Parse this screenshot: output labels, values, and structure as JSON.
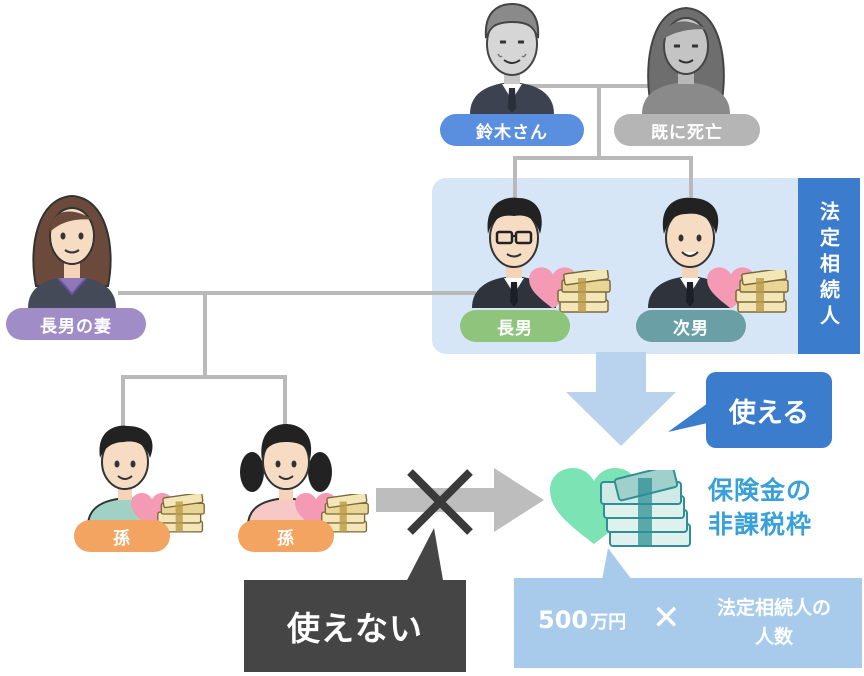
{
  "people": {
    "suzuki": "鈴木さん",
    "deceased": "既に死亡",
    "wife_of_eldest": "長男の妻",
    "eldest_son": "長男",
    "second_son": "次男",
    "grandchild_1": "孫",
    "grandchild_2": "孫"
  },
  "legal_heirs_label": "法定相続人",
  "callouts": {
    "can_use": "使える",
    "cannot_use": "使えない"
  },
  "insurance": {
    "title_line1": "保険金の",
    "title_line2": "非課税枠"
  },
  "formula": {
    "amount": "500",
    "unit": "万円",
    "operator": "✕",
    "multiplier_line1": "法定相続人の",
    "multiplier_line2": "人数"
  },
  "icons": [
    "heart-icon",
    "money-stack-icon",
    "cross-mark-icon",
    "arrow-right-icon",
    "arrow-down-icon"
  ],
  "colors": {
    "blue_pill": "#5a8fe0",
    "gray_pill": "#b5b5b5",
    "purple_pill": "#a08cc6",
    "green_pill": "#8fc47c",
    "teal_pill": "#6a9fa6",
    "orange_pill": "#f2a460",
    "heir_box": "#d6e6f6",
    "heir_label": "#3b7ccd",
    "callout_blue": "#3b7ccd",
    "callout_dark": "#454545",
    "formula_box": "#a8cbec",
    "insurance_text": "#3aa0d8"
  }
}
